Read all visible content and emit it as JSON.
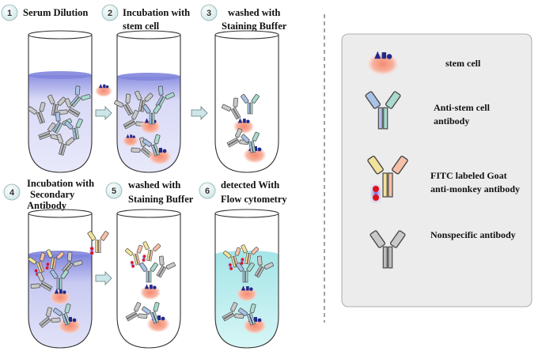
{
  "steps": [
    {
      "number": "1",
      "lines": [
        "Serum Dilution"
      ]
    },
    {
      "number": "2",
      "lines": [
        "Incubation with",
        "stem cell"
      ]
    },
    {
      "number": "3",
      "lines": [
        "washed with",
        "Staining Buffer"
      ]
    },
    {
      "number": "4",
      "lines": [
        "Incubation with",
        "Secondary",
        "Antibody"
      ]
    },
    {
      "number": "5",
      "lines": [
        "washed with",
        "Staining Buffer"
      ]
    },
    {
      "number": "6",
      "lines": [
        "detected With",
        "Flow cytometry"
      ]
    }
  ],
  "legend": {
    "items": [
      {
        "icon": "stem-cell-icon",
        "lines": [
          "stem cell"
        ]
      },
      {
        "icon": "anti-stem-cell-antibody-icon",
        "lines": [
          "Anti-stem cell",
          "antibody"
        ]
      },
      {
        "icon": "fitc-labeled-antibody-icon",
        "lines": [
          "FITC labeled Goat",
          "anti-monkey antibody"
        ]
      },
      {
        "icon": "nonspecific-antibody-icon",
        "lines": [
          "Nonspecific antibody"
        ]
      }
    ]
  },
  "colors": {
    "liquid_purple": "#9a9ee6",
    "liquid_cyan": "#bfeff0",
    "antibody_gray": "#b9b9b9",
    "antibody_blue": "#a9c3e6",
    "antibody_teal": "#a9d9cf",
    "cell_pink": "#f6a28a",
    "fitc_red": "#e0101a",
    "legend_bg": "#ececec",
    "arrow_fill": "#cfe6e8"
  }
}
